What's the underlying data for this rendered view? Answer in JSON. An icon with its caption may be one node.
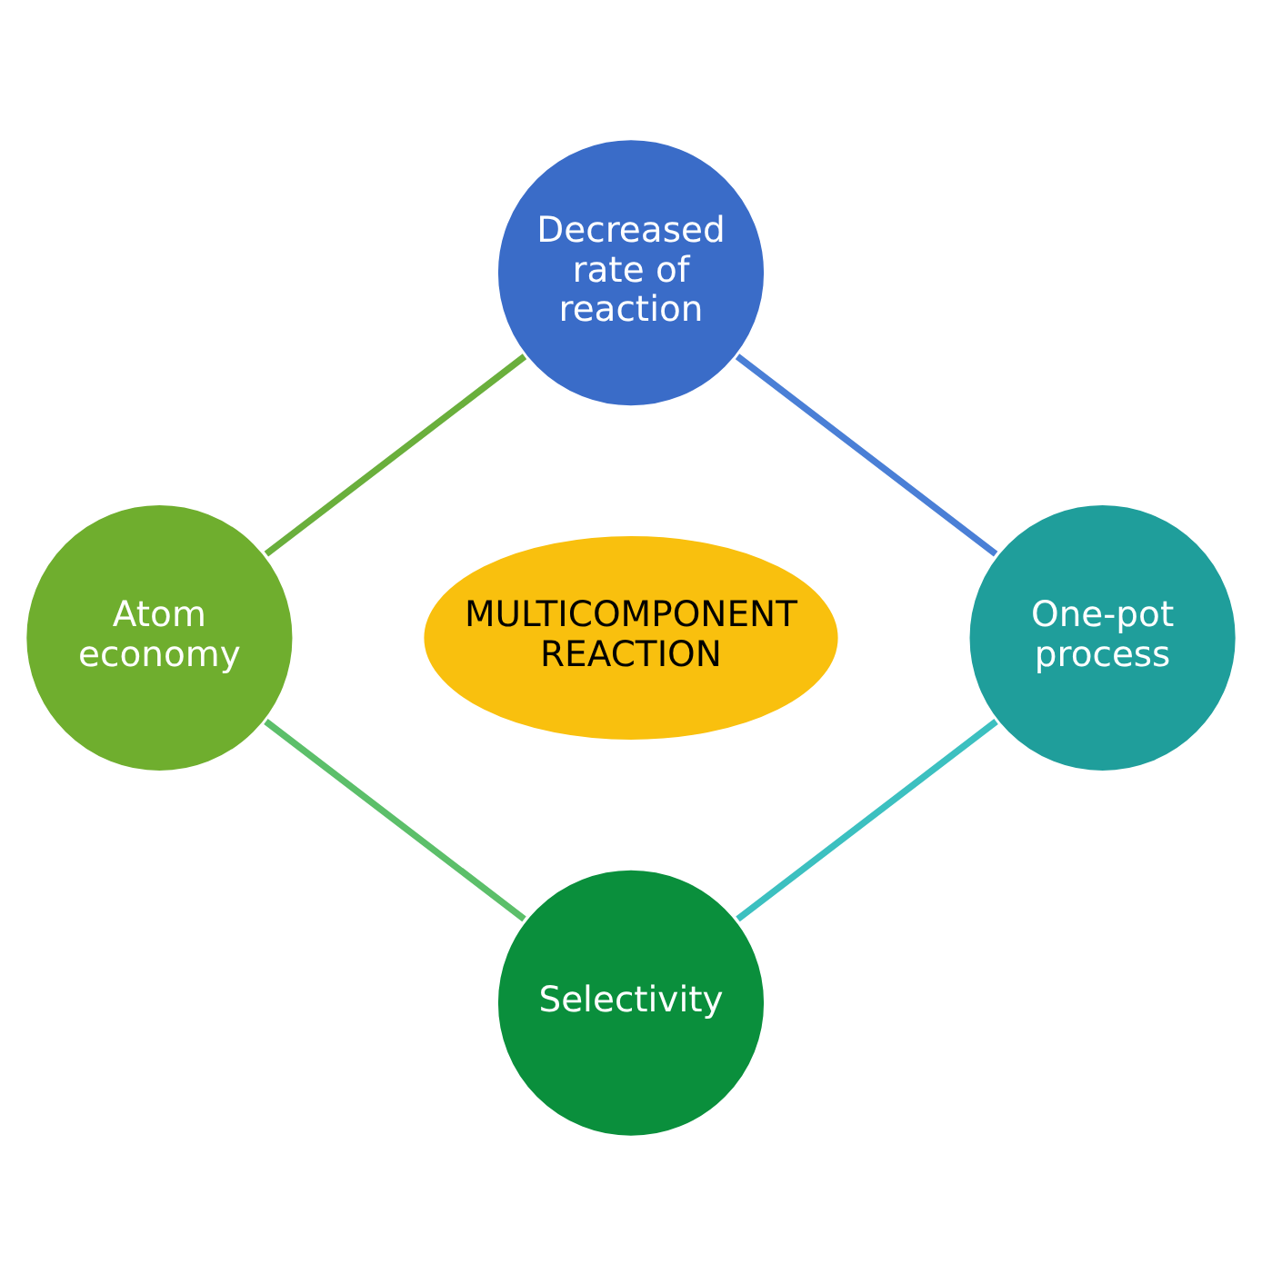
{
  "diagram": {
    "nodes": [
      {
        "text": [
          "Decreased rate of reaction"
        ]
      },
      {
        "text": [
          "Atom economy"
        ]
      },
      {
        "text": [
          "MULTICOMPONENT REACTION"
        ]
      },
      {
        "text": [
          "One-pot process"
        ]
      },
      {
        "text": [
          "Selectivity"
        ]
      }
    ],
    "edges": [
      {
        "from": 0,
        "to": 3,
        "arrow": "none",
        "color": "#4a7fd6"
      },
      {
        "from": 3,
        "to": 4,
        "arrow": "none",
        "color": "#3cc0c0"
      },
      {
        "from": 4,
        "to": 1,
        "arrow": "none",
        "color": "#5cbf6a"
      },
      {
        "from": 1,
        "to": 0,
        "arrow": "none",
        "color": "#6aaf3c"
      }
    ]
  }
}
